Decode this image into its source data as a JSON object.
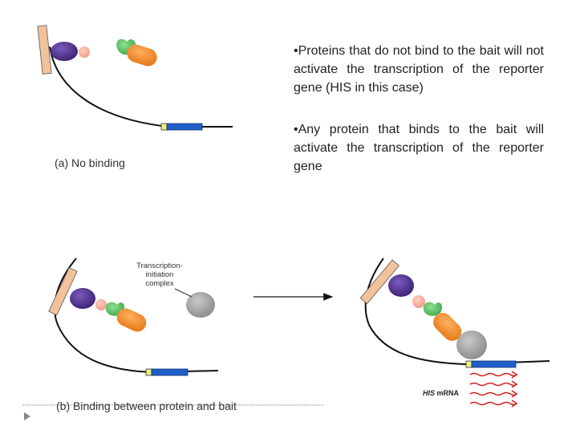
{
  "bullets": {
    "first": "•Proteins that do not bind to the bait will not activate the transcription of the reporter gene (HIS in this case)",
    "second": "•Any protein that binds to the bait will activate the transcription of the reporter gene"
  },
  "captions": {
    "no_binding": "(a) No binding",
    "binding": "(b) Binding between protein and bait"
  },
  "labels": {
    "complex_line1": "Transcription-",
    "complex_line2": "initiation",
    "complex_line3": "complex",
    "mrna_gene": "HIS",
    "mrna_suffix": " mRNA"
  },
  "colors": {
    "bait_bar": "#f2c29a",
    "bait_domain": "#4b2a8c",
    "bait_connector": "#f7b1a0",
    "prey_hook": "#55bb55",
    "prey_body": "#f28c28",
    "transcription_complex": "#9a9a9a",
    "reporter_gene": "#1f5fc9",
    "promoter": "#f0f07a",
    "mrna_waves": "#d82020",
    "dna_line": "#111111"
  }
}
